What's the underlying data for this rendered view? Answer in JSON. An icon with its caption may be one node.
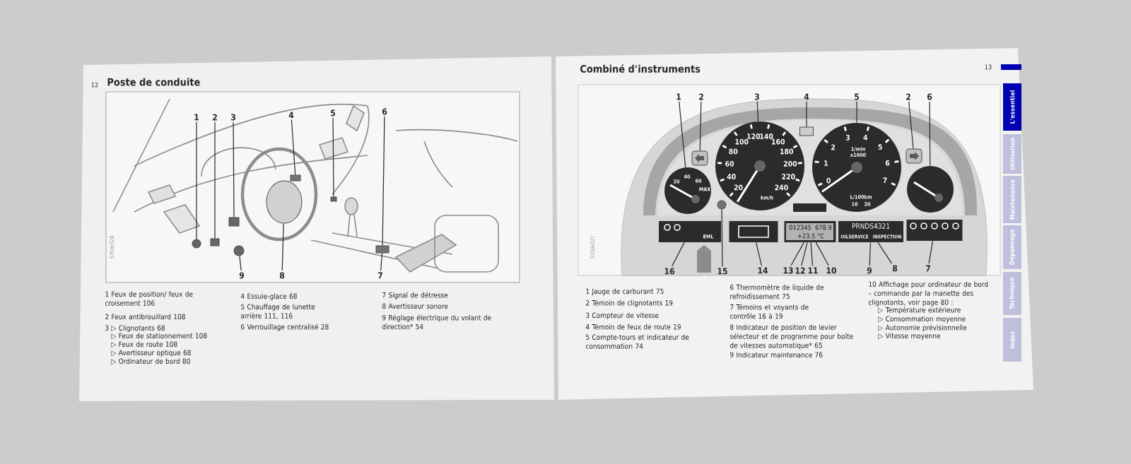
{
  "diagram": {
    "nodes": [
      {
        "text": [
          "1"
        ]
      },
      {
        "text": [
          "2"
        ]
      },
      {
        "text": [
          "3"
        ]
      },
      {
        "text": [
          "4"
        ]
      },
      {
        "text": [
          "5"
        ]
      },
      {
        "text": [
          "6"
        ]
      },
      {
        "text": [
          "9"
        ]
      },
      {
        "text": [
          "8"
        ]
      },
      {
        "text": [
          "7"
        ]
      },
      {
        "text": [
          "1"
        ]
      },
      {
        "text": [
          "2"
        ]
      },
      {
        "text": [
          "3"
        ]
      },
      {
        "text": [
          "4"
        ]
      },
      {
        "text": [
          "5"
        ]
      },
      {
        "text": [
          "2"
        ]
      },
      {
        "text": [
          "6"
        ]
      },
      {
        "text": [
          "16"
        ]
      },
      {
        "text": [
          "15"
        ]
      },
      {
        "text": [
          "14"
        ]
      },
      {
        "text": [
          "13"
        ]
      },
      {
        "text": [
          "12"
        ]
      },
      {
        "text": [
          "11"
        ]
      },
      {
        "text": [
          "10"
        ]
      },
      {
        "text": [
          "9"
        ]
      },
      {
        "text": [
          "8"
        ]
      },
      {
        "text": [
          "7"
        ]
      },
      {
        "text": [],
        "shape": "circle"
      },
      {
        "text": [],
        "shape": "box"
      },
      {
        "text": [],
        "shape": "box"
      },
      {
        "text": [],
        "shape": "box"
      },
      {
        "text": [],
        "shape": "box"
      },
      {
        "text": [],
        "shape": "box"
      },
      {
        "text": [],
        "shape": "circle"
      },
      {
        "text": [],
        "shape": "circle"
      },
      {
        "text": [
          "20",
          "40",
          "60",
          "MAX"
        ]
      },
      {
        "text": [],
        "shape": "box"
      },
      {
        "text": [
          "20",
          "40",
          "60",
          "80",
          "100",
          "120",
          "140",
          "160",
          "180",
          "200",
          "220",
          "240",
          "km/h"
        ]
      },
      {
        "text": [],
        "shape": "box"
      },
      {
        "text": [
          "0",
          "1",
          "2",
          "3",
          "4",
          "5",
          "6",
          "7",
          "1/min x1000",
          "L/100km",
          "10",
          "20"
        ]
      },
      {
        "text": [],
        "shape": "box"
      },
      {
        "text": [],
        "shape": "circle"
      },
      {
        "text": [
          "EML"
        ]
      },
      {
        "text": [],
        "shape": "circle"
      },
      {
        "text": [],
        "shape": "box"
      },
      {
        "text": [
          "012345",
          "678.9",
          "+23.5 °C"
        ]
      },
      {
        "text": [
          "PRNDS4321",
          "OILSERVICE",
          "INSPECTION"
        ]
      },
      {
        "text": [],
        "shape": "box"
      }
    ],
    "edges": [
      {
        "from": 0,
        "to": 26,
        "arrow": "none"
      },
      {
        "from": 1,
        "to": 27,
        "arrow": "none"
      },
      {
        "from": 2,
        "to": 28,
        "arrow": "none"
      },
      {
        "from": 3,
        "to": 29,
        "arrow": "none"
      },
      {
        "from": 4,
        "to": 30,
        "arrow": "none"
      },
      {
        "from": 5,
        "to": 31,
        "arrow": "none"
      },
      {
        "from": 6,
        "to": 32,
        "arrow": "none"
      },
      {
        "from": 7,
        "to": 33,
        "arrow": "none"
      },
      {
        "from": 8,
        "to": 31,
        "arrow": "none"
      },
      {
        "from": 9,
        "to": 34,
        "arrow": "none"
      },
      {
        "from": 10,
        "to": 35,
        "arrow": "none"
      },
      {
        "from": 11,
        "to": 36,
        "arrow": "none"
      },
      {
        "from": 12,
        "to": 37,
        "arrow": "none"
      },
      {
        "from": 13,
        "to": 38,
        "arrow": "none"
      },
      {
        "from": 14,
        "to": 39,
        "arrow": "none"
      },
      {
        "from": 15,
        "to": 40,
        "arrow": "none"
      },
      {
        "from": 16,
        "to": 41,
        "arrow": "none"
      },
      {
        "from": 17,
        "to": 42,
        "arrow": "none"
      },
      {
        "from": 18,
        "to": 43,
        "arrow": "none"
      },
      {
        "from": 19,
        "to": 44,
        "arrow": "none"
      },
      {
        "from": 20,
        "to": 44,
        "arrow": "none"
      },
      {
        "from": 21,
        "to": 44,
        "arrow": "none"
      },
      {
        "from": 22,
        "to": 44,
        "arrow": "none"
      },
      {
        "from": 23,
        "to": 45,
        "arrow": "none"
      },
      {
        "from": 24,
        "to": 45,
        "arrow": "none"
      },
      {
        "from": 25,
        "to": 46,
        "arrow": "none"
      }
    ],
    "labels": [
      "12",
      "Poste de conduite",
      "530de328",
      "1 Feux de position/ feux de croisement 106",
      "2 Feux antibrouillard 108",
      "3 ▷ Clignotants 68",
      "▷ Feux de stationnement 108",
      "▷ Feux de route 108",
      "▷ Avertisseur optique 68",
      "▷ Ordinateur de bord 80",
      "4 Essuie-glace 68",
      "5 Chauffage de lunette arrière 111, 116",
      "6 Verrouillage centralisé 28",
      "7 Signal de détresse",
      "8 Avertisseur sonore",
      "9 Réglage électrique du volant de direction* 54",
      "13",
      "Combiné d'instruments",
      "530de327",
      "1 Jauge de carburant 75",
      "2 Témoin de clignotants 19",
      "3 Compteur de vitesse",
      "4 Témoin de feux de route 19",
      "5 Compte-tours et indicateur de consommation 74",
      "6 Thermomètre de liquide de refroidissement 75",
      "7 Témoins et voyants de contrôle 16 à 19",
      "8 Indicateur de position de levier sélecteur et de programme pour boîte de vitesses automatique* 65",
      "9 Indicateur maintenance 76",
      "10 Affichage pour ordinateur de bord – commande par la manette des clignotants, voir page 80 :",
      "▷ Température extérieure",
      "▷ Consommation moyenne",
      "▷ Autonomie prévisionnelle",
      "▷ Vitesse moyenne",
      "L'essentiel",
      "Utilisation",
      "Maintenance",
      "Dépannage",
      "Technique",
      "Index"
    ]
  }
}
